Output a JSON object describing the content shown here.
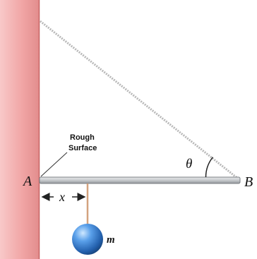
{
  "labels": {
    "point_a": "A",
    "point_b": "B",
    "angle": "θ",
    "distance": "x",
    "mass": "m",
    "surface_line1": "Rough",
    "surface_line2": "Surface"
  },
  "colors": {
    "wall_fill": "#f1a6a6",
    "wall_edge": "#c76565",
    "beam_fill": "#c7cacd",
    "beam_edge": "#7c8085",
    "cable": "#b8b8b8",
    "hanging_rope": "#d3a27e",
    "ball_light": "#bfe0ff",
    "ball_mid": "#3f86d6",
    "ball_dark": "#17457c"
  }
}
